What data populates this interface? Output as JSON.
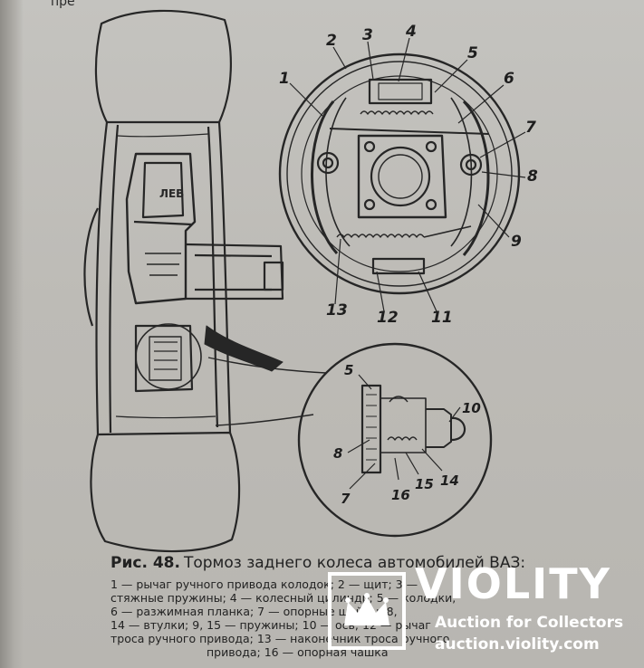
{
  "page": {
    "top_fragment": "пре"
  },
  "figure": {
    "callouts_main": [
      "1",
      "2",
      "3",
      "4",
      "5",
      "6",
      "7",
      "8",
      "9",
      "11",
      "12",
      "13"
    ],
    "callouts_inset": [
      "5",
      "10",
      "8",
      "14",
      "15",
      "16",
      "7"
    ],
    "cut_label": "ЛЕВ"
  },
  "caption": {
    "title_prefix": "Рис. 48.",
    "title_text": "Тормоз заднего колеса автомобилей ВАЗ:",
    "lines": [
      "1 — рычаг ручного привода колодок; 2 — щит; 3 —",
      "стяжные пружины; 4 — колесный цилиндр; 5 — колодки;",
      "6 — разжимная планка; 7 — опорные шайбы; 8,",
      "14 — втулки; 9, 15 — пружины; 10 — ось; 12 — рычаг",
      "троса ручного привода; 13 — наконечник троса ручного",
      "привода; 16 — опорная чашка"
    ]
  },
  "watermark": {
    "brand": "VIOLITY",
    "tagline": "Auction for Collectors",
    "url": "auction.violity.com",
    "icon": "crown-icon",
    "color": "#ffffff"
  }
}
